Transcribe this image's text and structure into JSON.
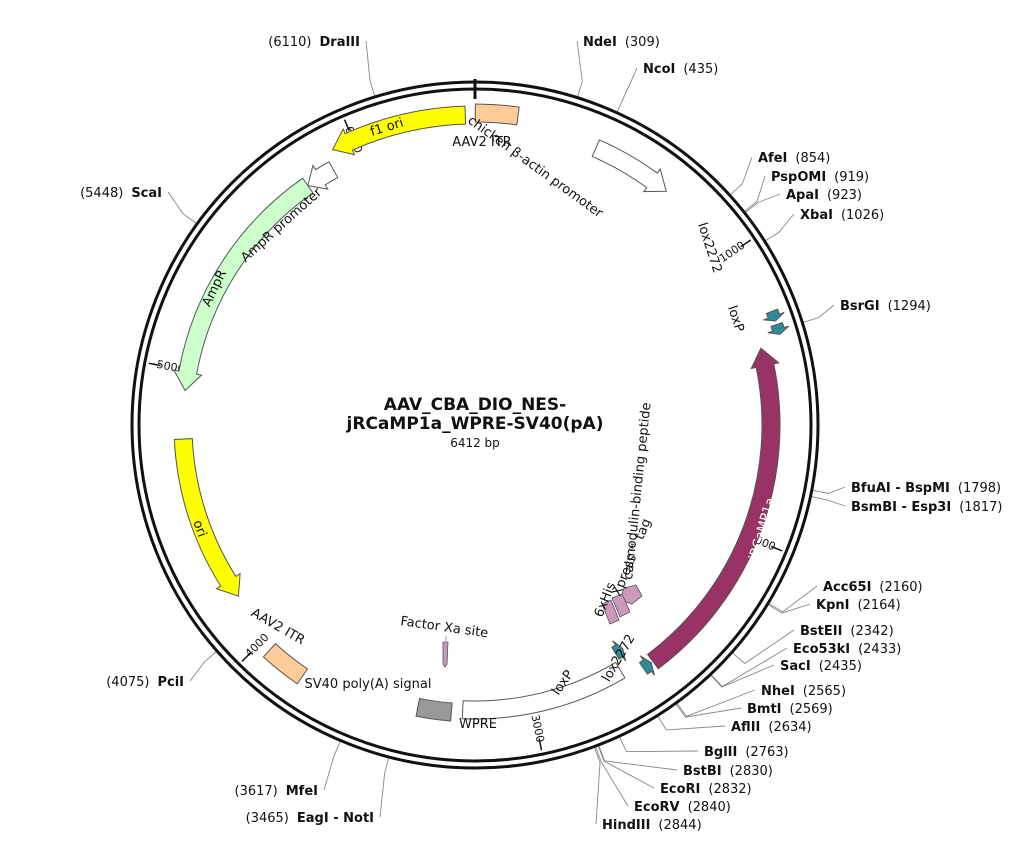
{
  "plasmid": {
    "name_line1": "AAV_CBA_DIO_NES-",
    "name_line2": "jRCaMP1a_WPRE-SV40(pA)",
    "length_label": "6412 bp",
    "length_bp": 6412
  },
  "ticks": [
    {
      "bp": 1000,
      "label": "1000"
    },
    {
      "bp": 2000,
      "label": "2000"
    },
    {
      "bp": 3000,
      "label": "3000"
    },
    {
      "bp": 4000,
      "label": "4000"
    },
    {
      "bp": 5000,
      "label": "5000"
    },
    {
      "bp": 6000,
      "label": "6000"
    }
  ],
  "features": [
    {
      "name": "AAV2 ITR",
      "label": "AAV2 ITR",
      "start": 1,
      "end": 141,
      "color": "#ffcc99",
      "arrow": "none"
    },
    {
      "name": "chicken beta-actin promoter",
      "label": "chicken β-actin promoter",
      "start": 420,
      "end": 700,
      "color": "#ffffff",
      "arrow": "fwd"
    },
    {
      "name": "lox2272-1",
      "label": "lox2272",
      "start": 1230,
      "end": 1263,
      "color": "#2e8b9a",
      "arrow": "fwd"
    },
    {
      "name": "loxP-1",
      "label": "loxP",
      "start": 1275,
      "end": 1308,
      "color": "#2e8b9a",
      "arrow": "fwd"
    },
    {
      "name": "jRCaMP1a",
      "label": "jRCaMP1a",
      "start": 1335,
      "end": 2548,
      "color": "#993366",
      "arrow": "rev"
    },
    {
      "name": "lox2272-2",
      "label": "lox2272",
      "start": 2555,
      "end": 2588,
      "color": "#2e8b9a",
      "arrow": "rev"
    },
    {
      "name": "loxP-2",
      "label": "loxP",
      "start": 2610,
      "end": 2643,
      "color": "#2e8b9a",
      "arrow": "rev"
    },
    {
      "name": "WPRE",
      "label": "WPRE",
      "start": 2660,
      "end": 3250,
      "color": "#ffffff",
      "arrow": "none"
    },
    {
      "name": "SV40 polyA",
      "label": "SV40 poly(A) signal",
      "start": 3290,
      "end": 3410,
      "color": "#999999",
      "arrow": "none"
    },
    {
      "name": "AAV2 ITR 2",
      "label": "AAV2 ITR",
      "start": 3820,
      "end": 3961,
      "color": "#ffcc99",
      "arrow": "none"
    },
    {
      "name": "ori",
      "label": "ori",
      "start": 4170,
      "end": 4760,
      "color": "#ffff00",
      "arrow": "rev"
    },
    {
      "name": "AmpR",
      "label": "AmpR",
      "start": 4930,
      "end": 5790,
      "color": "#ccffcc",
      "arrow": "rev"
    },
    {
      "name": "AmpR promoter",
      "label": "AmpR promoter",
      "start": 5790,
      "end": 5895,
      "color": "#ffffff",
      "arrow": "rev"
    },
    {
      "name": "f1 ori",
      "label": "f1 ori",
      "start": 5925,
      "end": 6380,
      "color": "#ffff00",
      "arrow": "rev"
    }
  ],
  "inner_features": [
    {
      "name": "calmodulin-binding peptide",
      "label": "calmodulin-binding peptide",
      "color": "#cc99bb"
    },
    {
      "name": "Xpress tag",
      "label": "Xpress™ tag",
      "color": "#cc99bb"
    },
    {
      "name": "6xHis",
      "label": "6xHis",
      "color": "#cc99bb"
    },
    {
      "name": "Factor Xa site",
      "label": "Factor Xa site",
      "color": "#cc99bb"
    }
  ],
  "enzymes": [
    {
      "name": "DraIII",
      "pos": "(6110)",
      "bp": 6110
    },
    {
      "name": "NdeI",
      "pos": "(309)",
      "bp": 309
    },
    {
      "name": "NcoI",
      "pos": "(435)",
      "bp": 435
    },
    {
      "name": "AfeI",
      "pos": "(854)",
      "bp": 854
    },
    {
      "name": "PspOMI",
      "pos": "(919)",
      "bp": 919
    },
    {
      "name": "ApaI",
      "pos": "(923)",
      "bp": 923
    },
    {
      "name": "XbaI",
      "pos": "(1026)",
      "bp": 1026
    },
    {
      "name": "BsrGI",
      "pos": "(1294)",
      "bp": 1294
    },
    {
      "name": "BfuAI - BspMI",
      "pos": "(1798)",
      "bp": 1798
    },
    {
      "name": "BsmBI - Esp3I",
      "pos": "(1817)",
      "bp": 1817
    },
    {
      "name": "Acc65I",
      "pos": "(2160)",
      "bp": 2160
    },
    {
      "name": "KpnI",
      "pos": "(2164)",
      "bp": 2164
    },
    {
      "name": "BstEII",
      "pos": "(2342)",
      "bp": 2342
    },
    {
      "name": "Eco53kI",
      "pos": "(2433)",
      "bp": 2433
    },
    {
      "name": "SacI",
      "pos": "(2435)",
      "bp": 2435
    },
    {
      "name": "NheI",
      "pos": "(2565)",
      "bp": 2565
    },
    {
      "name": "BmtI",
      "pos": "(2569)",
      "bp": 2569
    },
    {
      "name": "AflII",
      "pos": "(2634)",
      "bp": 2634
    },
    {
      "name": "BglII",
      "pos": "(2763)",
      "bp": 2763
    },
    {
      "name": "BstBI",
      "pos": "(2830)",
      "bp": 2830
    },
    {
      "name": "EcoRI",
      "pos": "(2832)",
      "bp": 2832
    },
    {
      "name": "EcoRV",
      "pos": "(2840)",
      "bp": 2840
    },
    {
      "name": "HindIII",
      "pos": "(2844)",
      "bp": 2844
    },
    {
      "name": "MfeI",
      "pos": "(3617)",
      "bp": 3617
    },
    {
      "name": "EagI - NotI",
      "pos": "(3465)",
      "bp": 3465
    },
    {
      "name": "PciI",
      "pos": "(4075)",
      "bp": 4075
    },
    {
      "name": "ScaI",
      "pos": "(5448)",
      "bp": 5448
    }
  ]
}
